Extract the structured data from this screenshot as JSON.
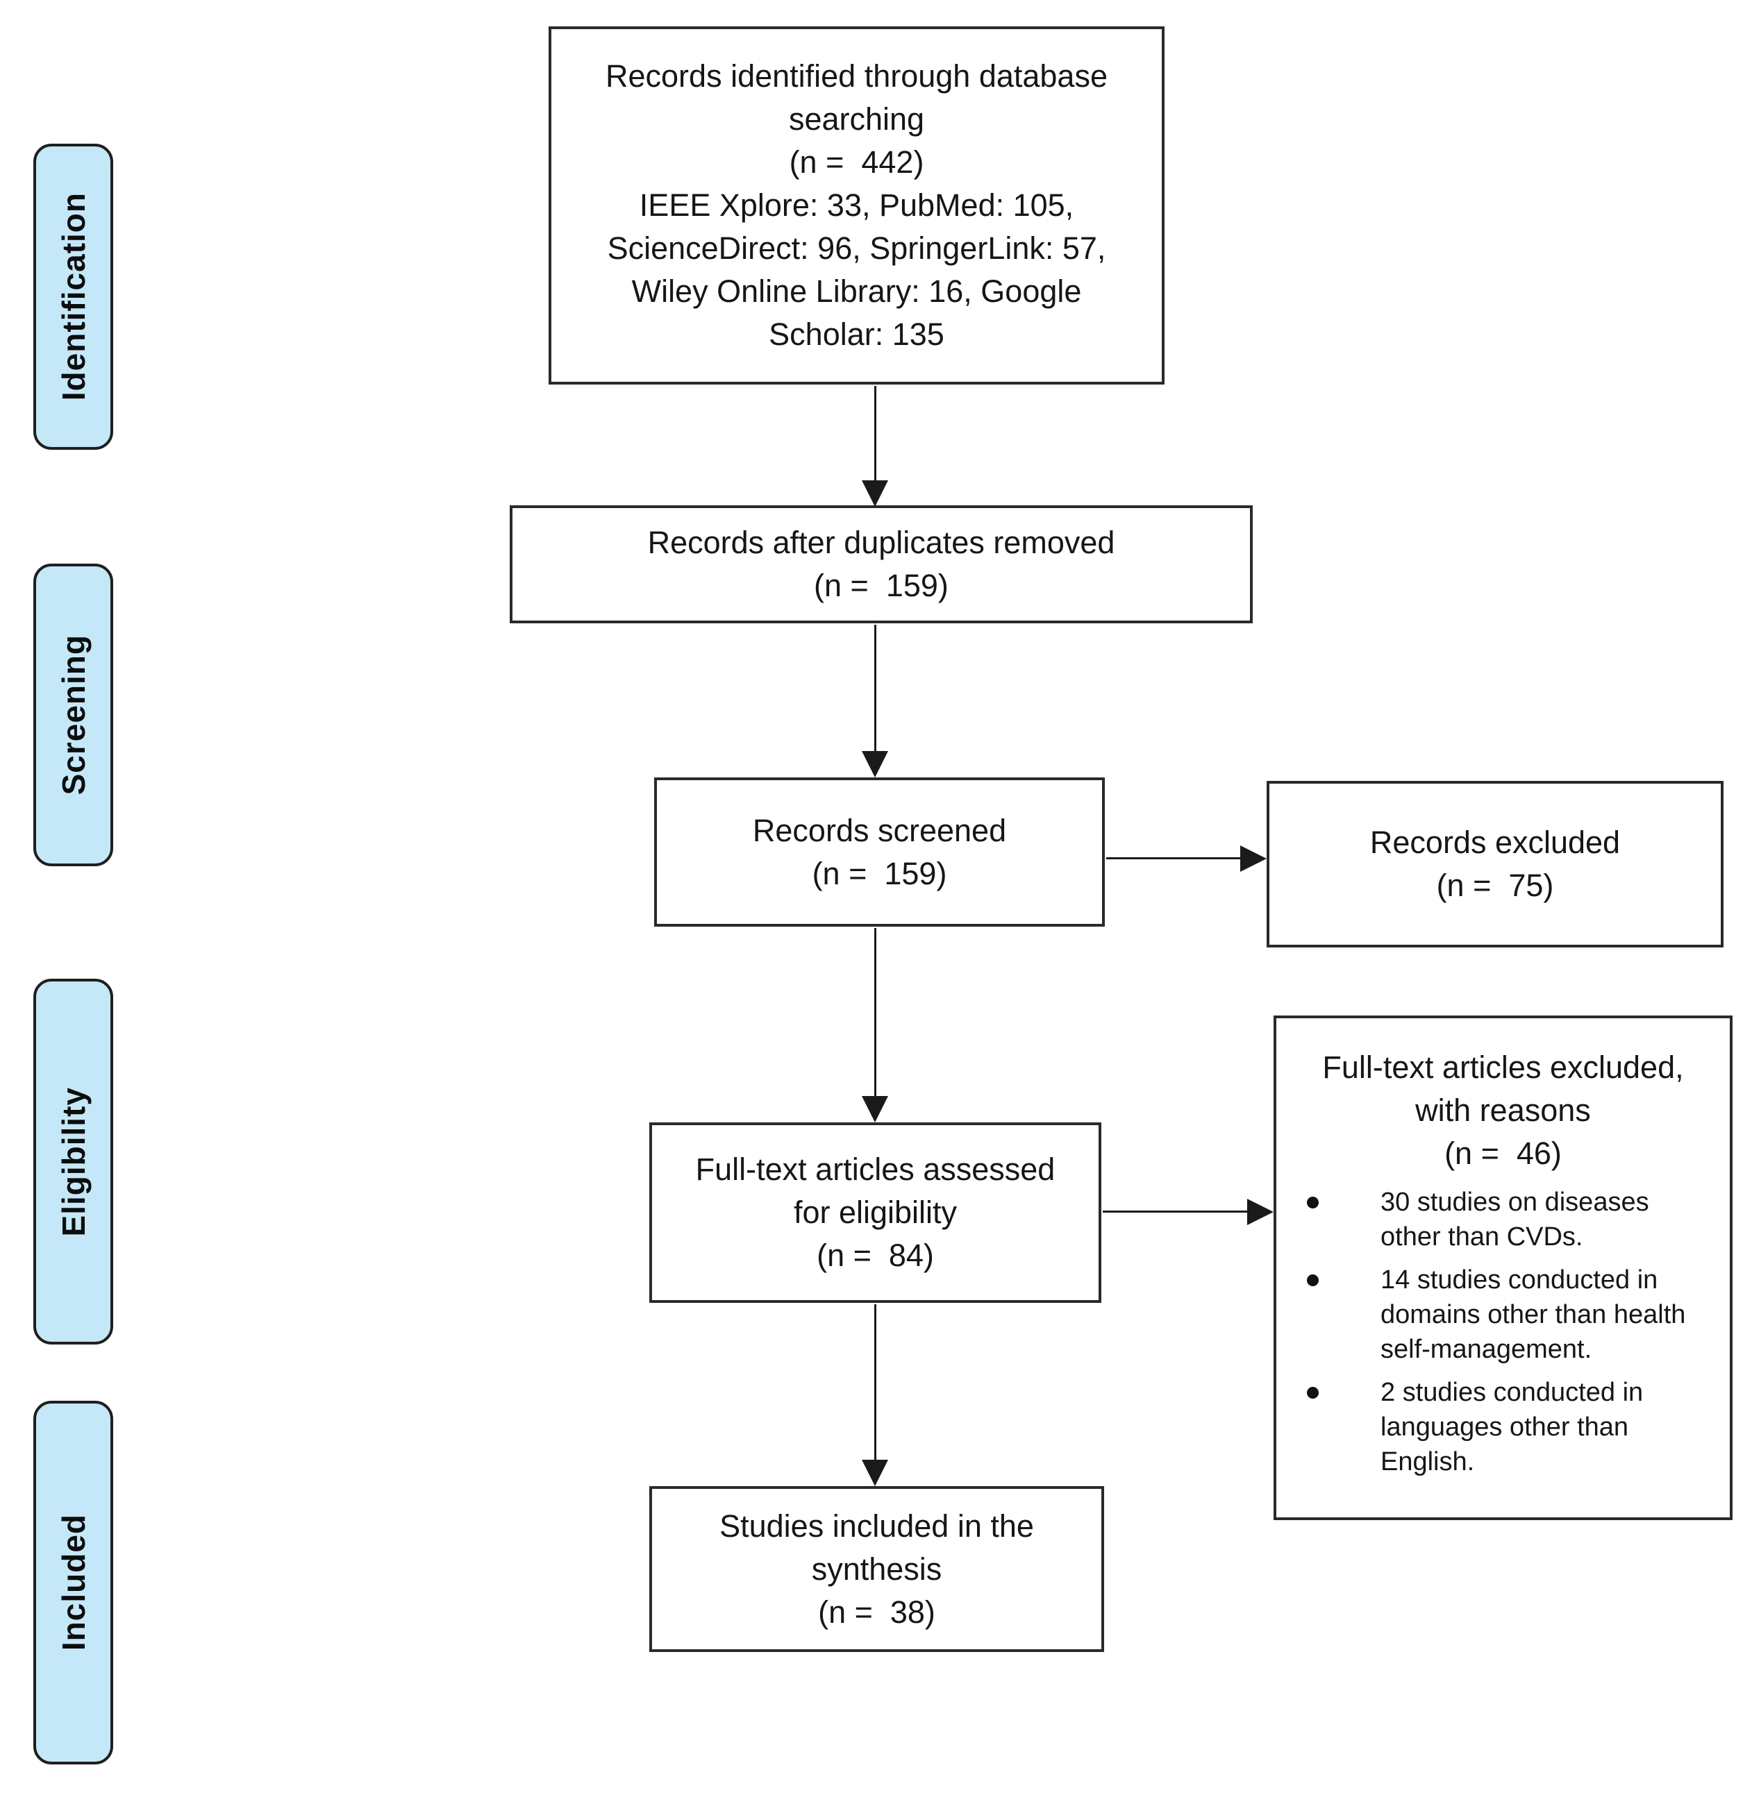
{
  "figure": {
    "type": "prisma-flow-diagram",
    "background": "#ffffff"
  },
  "colors": {
    "stage_fill": "#c5e8f8",
    "stage_border": "#1f1f1f",
    "box_border": "#2a2a2a",
    "box_fill": "#ffffff",
    "arrow": "#1a1a1a",
    "text": "#161616"
  },
  "stages": [
    {
      "label": "Identification"
    },
    {
      "label": "Screening"
    },
    {
      "label": "Eligibility"
    },
    {
      "label": "Included"
    }
  ],
  "boxes": {
    "identified": {
      "text": "Records identified through database\nsearching\n(n =  442)\nIEEE Xplore: 33, PubMed: 105,\nScienceDirect: 96, SpringerLink: 57,\nWiley Online Library: 16, Google\nScholar: 135"
    },
    "deduplicated": {
      "text": "Records after duplicates removed\n(n =  159)"
    },
    "screened": {
      "text": "Records screened\n(n =  159)"
    },
    "records_excluded": {
      "text": "Records excluded\n(n =  75)"
    },
    "fulltext_assessed": {
      "text": "Full-text articles assessed\nfor eligibility\n(n =  84)"
    },
    "fulltext_excluded": {
      "heading": "Full-text articles excluded,\nwith reasons\n(n =  46)",
      "reasons": [
        "30 studies on diseases other than CVDs.",
        "14 studies conducted in domains other than health self-management.",
        "2 studies conducted in languages other than English."
      ]
    },
    "included_synthesis": {
      "text": "Studies included in the\nsynthesis\n(n =  38)"
    }
  }
}
